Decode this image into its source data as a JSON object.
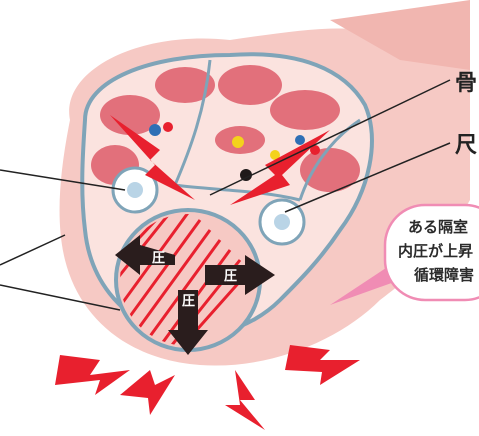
{
  "labels": {
    "bone": "骨",
    "ulna": "尺"
  },
  "pressure_labels": [
    "圧",
    "圧",
    "圧"
  ],
  "callout": {
    "lines": [
      "ある隔室",
      "内圧が上昇",
      "循環障害"
    ]
  },
  "colors": {
    "skin": "#f6c9c4",
    "muscle": "#e2707b",
    "septum": "#7fa4b8",
    "alert_red": "#e8202e",
    "arrow": "#2a1d1d",
    "callout_border": "#f08cb4"
  }
}
